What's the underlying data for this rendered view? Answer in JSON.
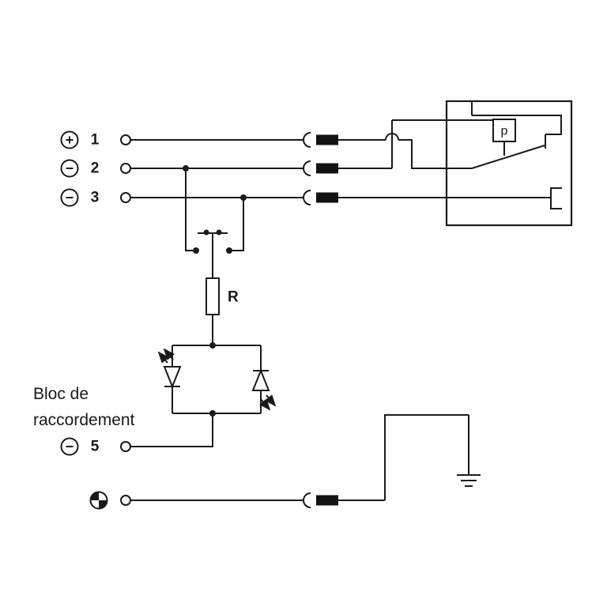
{
  "diagram": {
    "kind": "electrical-wiring-schematic",
    "colors": {
      "line": "#1a1a1a",
      "background": "#ffffff",
      "pin_fill": "#111111"
    },
    "terminal_block": {
      "label_line1": "Bloc de",
      "label_line2": "raccordement"
    },
    "terminals": [
      {
        "number": "1",
        "polarity": "+"
      },
      {
        "number": "2",
        "polarity": "-"
      },
      {
        "number": "3",
        "polarity": "-"
      },
      {
        "number": "5",
        "polarity": "-"
      },
      {
        "number": "",
        "polarity": "earth"
      }
    ],
    "labels": {
      "resistor": "R",
      "pressure_switch": "p"
    }
  }
}
